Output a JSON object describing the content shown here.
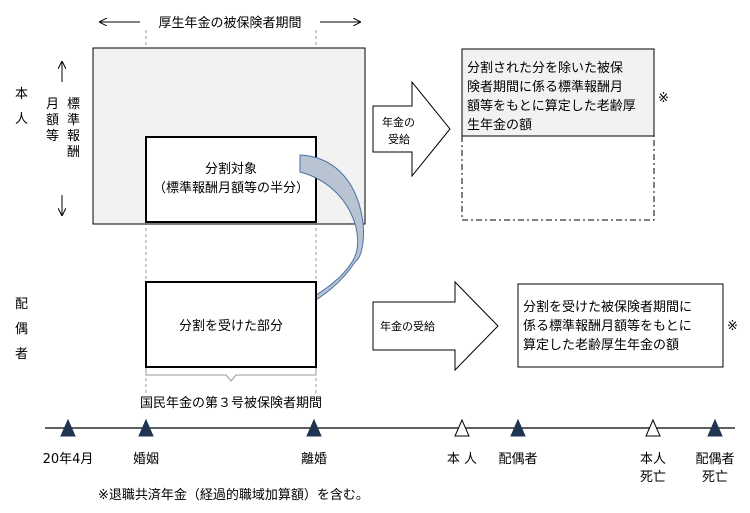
{
  "labels": {
    "period_top": "厚生年金の被保険者期間",
    "honnin_row": [
      "本",
      "人"
    ],
    "haigusha_row": [
      "配",
      "偶",
      "者"
    ],
    "axis_col1": [
      "標",
      "準",
      "報",
      "酬"
    ],
    "axis_col2": [
      "月",
      "額",
      "等"
    ],
    "bunkatsu_taisho_1": "分割対象",
    "bunkatsu_taisho_2": "（標準報酬月額等の半分）",
    "uketa_bubun": "分割を受けた部分",
    "nenkin_jukyu_1": "年金の",
    "nenkin_jukyu_2": "受給",
    "nenkin_jukyu_single": "年金の受給",
    "honnin_result": [
      "分割された分を除いた被保",
      "険者期間に係る標準報酬月",
      "額等をもとに算定した老齢厚",
      "生年金の額"
    ],
    "haigusha_result": [
      "分割を受けた被保険者期間に",
      "係る標準報酬月額等をもとに",
      "算定した老齢厚生年金の額"
    ],
    "kome": "※",
    "dai3go": "国民年金の第３号被保険者期間",
    "footnote": "※退職共済年金（経過的職域加算額）を含む。"
  },
  "timeline": [
    {
      "label": "20年4月",
      "marker": "filled"
    },
    {
      "label": "婚姻",
      "marker": "filled"
    },
    {
      "label": "離婚",
      "marker": "filled"
    },
    {
      "label": "本 人",
      "marker": "hollow"
    },
    {
      "label": "配偶者",
      "marker": "filled"
    },
    {
      "label": "本人",
      "label2": "死亡",
      "marker": "hollow"
    },
    {
      "label": "配偶者",
      "label2": "死亡",
      "marker": "filled"
    }
  ],
  "colors": {
    "box_fill": "#f2f2f2",
    "curve_fill": "#b8c4d2",
    "curve_stroke": "#4a6fa5",
    "marker_fill": "#1f3552"
  }
}
